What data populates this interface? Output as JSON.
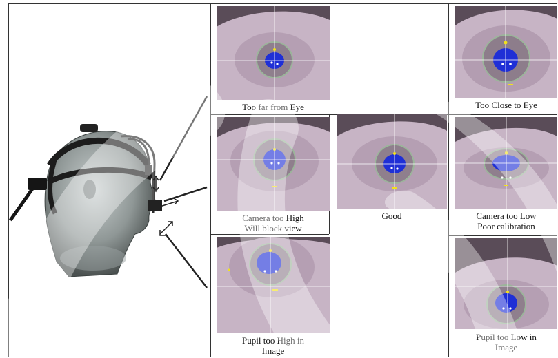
{
  "figure": {
    "headset_image": "eye-tracker-headset-on-mannequin",
    "panels": [
      {
        "id": "too-far",
        "caption": [
          "Too far from Eye"
        ]
      },
      {
        "id": "too-close",
        "caption": [
          "Too Close to Eye"
        ]
      },
      {
        "id": "camera-high",
        "caption": [
          "Camera too High",
          "Will block view"
        ]
      },
      {
        "id": "good",
        "caption": [
          "Good"
        ]
      },
      {
        "id": "camera-low",
        "caption": [
          "Camera too Low",
          "Poor calibration"
        ]
      },
      {
        "id": "pupil-high",
        "caption": [
          "Pupil too High in",
          "Image"
        ]
      },
      {
        "id": "pupil-low",
        "caption": [
          "Pupil too Low in",
          "Image"
        ]
      }
    ],
    "colors": {
      "eye_bg": "#c9b6c6",
      "pupil": "#1f2fd6",
      "marker": "#f2e21a",
      "crosshair": "#ffffff"
    }
  }
}
